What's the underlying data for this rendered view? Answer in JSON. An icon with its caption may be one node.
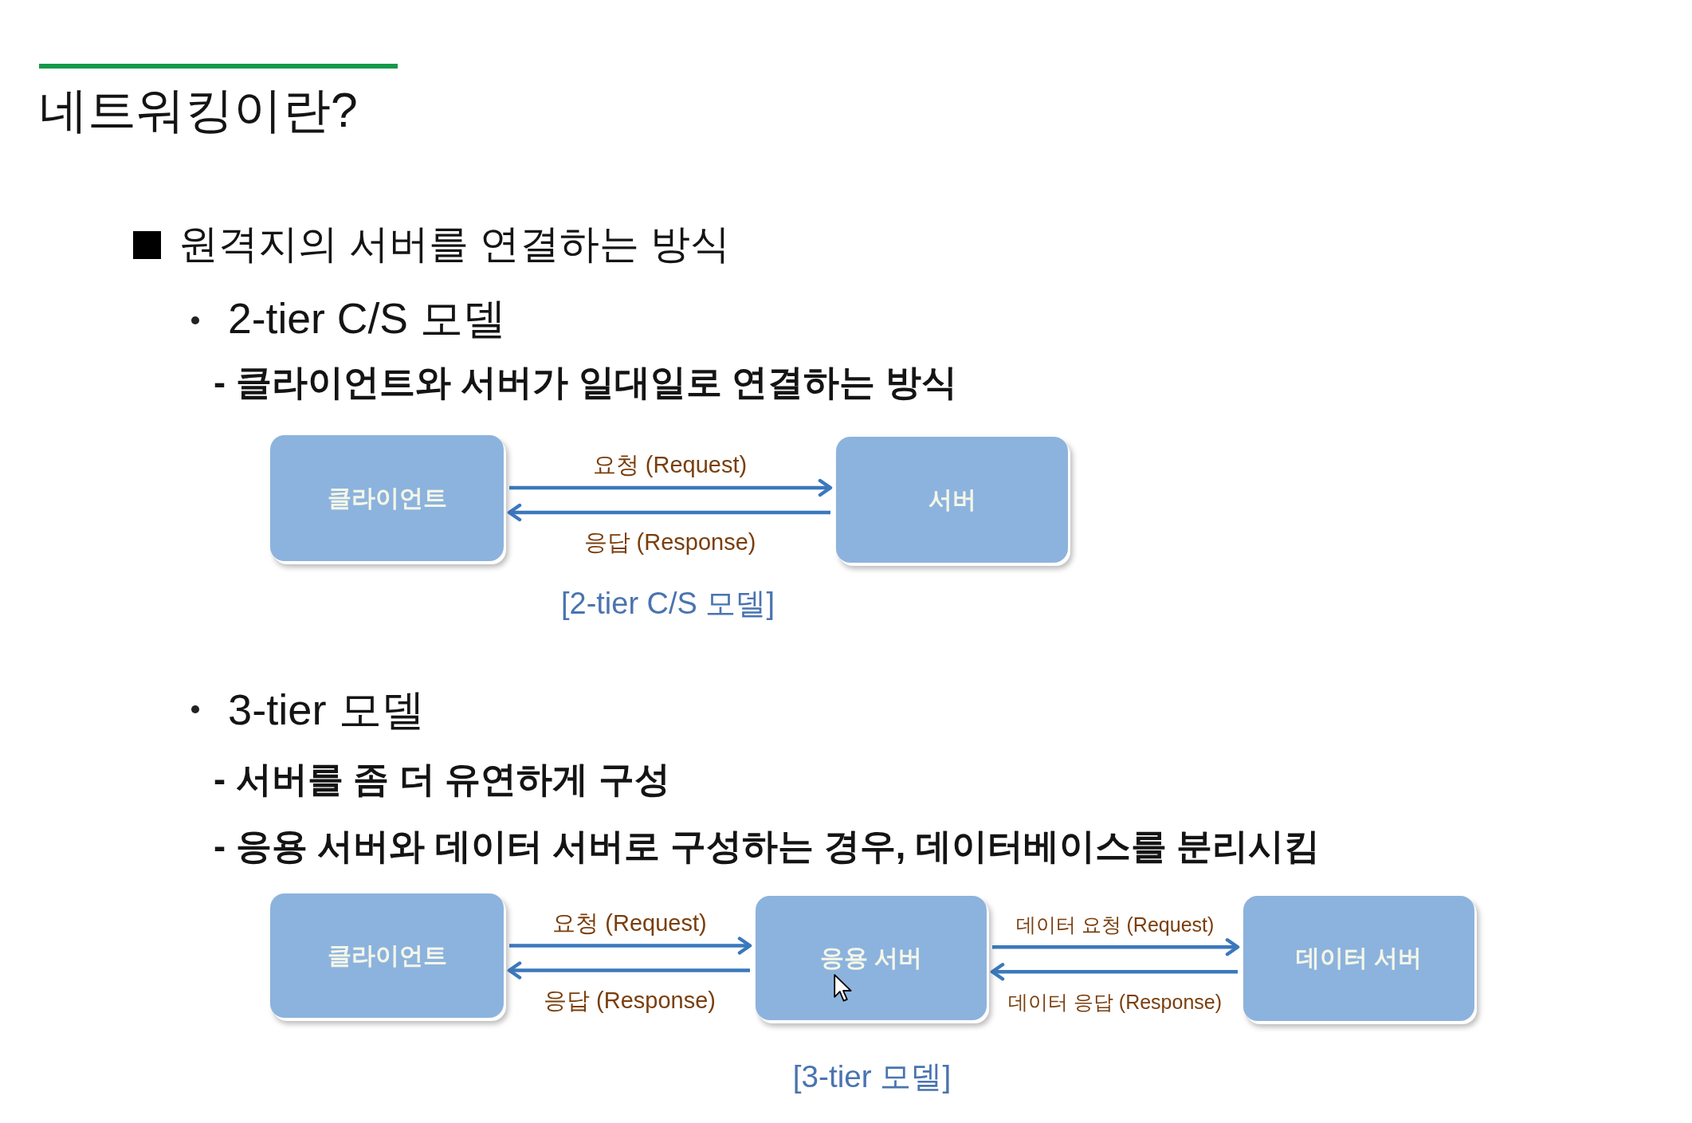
{
  "diagram": {
    "title": "네트워킹이란?",
    "nodes": [
      {
        "text": [
          "클라이언트"
        ]
      },
      {
        "text": [
          "서버"
        ]
      },
      {
        "text": [
          "클라이언트"
        ]
      },
      {
        "text": [
          "응용 서버"
        ]
      },
      {
        "text": [
          "데이터 서버"
        ]
      }
    ],
    "edges": [
      {
        "from": 0,
        "to": 1,
        "arrow": "to",
        "label": "요청 (Request)"
      },
      {
        "from": 1,
        "to": 0,
        "arrow": "to",
        "label": "응답 (Response)"
      },
      {
        "from": 2,
        "to": 3,
        "arrow": "to",
        "label": "요청 (Request)"
      },
      {
        "from": 3,
        "to": 2,
        "arrow": "to",
        "label": "응답 (Response)"
      },
      {
        "from": 3,
        "to": 4,
        "arrow": "to",
        "label": "데이터 요청 (Request)"
      },
      {
        "from": 4,
        "to": 3,
        "arrow": "to",
        "label": "데이터 응답 (Response)"
      }
    ],
    "labels": [
      "원격지의 서버를 연결하는 방식",
      "2-tier C/S 모델",
      "- 클라이언트와 서버가 일대일로 연결하는 방식",
      "[2-tier C/S 모델]",
      "3-tier 모델",
      "- 서버를 좀 더 유연하게 구성",
      "- 응용 서버와 데이터 서버로 구성하는 경우, 데이터베이스를 분리시킴",
      "[3-tier 모델]"
    ]
  }
}
